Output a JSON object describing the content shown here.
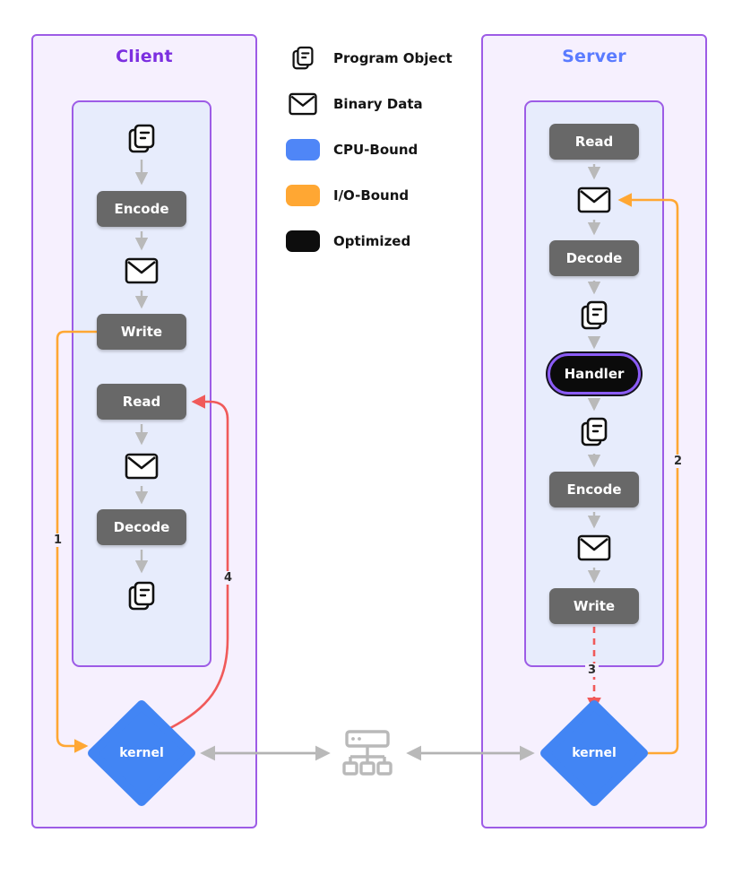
{
  "client": {
    "title": "Client",
    "nodes": {
      "encode": "Encode",
      "write": "Write",
      "read": "Read",
      "decode": "Decode"
    },
    "kernel": "kernel",
    "flow_order": [
      "program-object",
      "Encode",
      "binary-data",
      "Write",
      "Read",
      "binary-data",
      "Decode",
      "program-object"
    ]
  },
  "server": {
    "title": "Server",
    "nodes": {
      "read": "Read",
      "decode": "Decode",
      "handler": "Handler",
      "encode": "Encode",
      "write": "Write"
    },
    "kernel": "kernel",
    "flow_order": [
      "Read",
      "binary-data",
      "Decode",
      "program-object",
      "Handler",
      "program-object",
      "Encode",
      "binary-data",
      "Write"
    ]
  },
  "legend": {
    "program_object": "Program Object",
    "binary_data": "Binary Data",
    "cpu_bound": "CPU-Bound",
    "io_bound": "I/O-Bound",
    "optimized": "Optimized"
  },
  "steps": {
    "s1": "1",
    "s2": "2",
    "s3": "3",
    "s4": "4"
  },
  "icons": {
    "program_object": "program-object-icon",
    "binary_data": "binary-data-icon",
    "network": "network-icon",
    "kernel_shape": "diamond"
  },
  "colors": {
    "panel_border": "#9d5ce6",
    "panel_fill": "#f6f0fe",
    "flow_fill": "#e7ecfc",
    "client_title": "#7c2fe0",
    "server_title": "#5a7bff",
    "node_gray": "#686868",
    "kernel_blue": "#4285f4",
    "cpu_blue": "#4f86f7",
    "io_orange": "#ffa733",
    "optimized_black": "#0d0d0d",
    "return_red": "#f05a5a",
    "arrow_gray": "#b9b9b9",
    "handler_ring": "#8b5cf6"
  }
}
